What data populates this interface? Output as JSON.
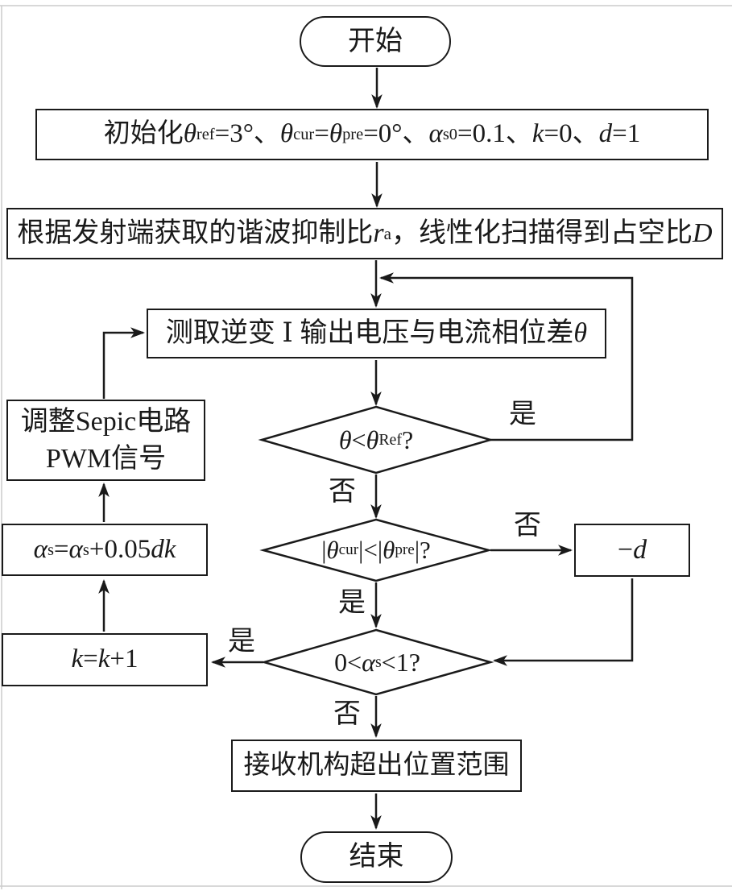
{
  "figure": {
    "background": "#ffffff",
    "line_color": "#1a1a1a",
    "edge_tint": "#cccccc"
  },
  "nodes": {
    "start": {
      "label": "开始"
    },
    "init": {
      "parts": [
        [
          "n",
          "初始化"
        ],
        [
          "i",
          "θ"
        ],
        [
          "sub",
          "ref"
        ],
        [
          "n",
          "=3°、"
        ],
        [
          "i",
          "θ"
        ],
        [
          "sub",
          "cur"
        ],
        [
          "n",
          "="
        ],
        [
          "i",
          "θ"
        ],
        [
          "sub",
          "pre"
        ],
        [
          "n",
          "=0°、"
        ],
        [
          "i",
          "α"
        ],
        [
          "sub",
          "s0"
        ],
        [
          "n",
          "=0.1、"
        ],
        [
          "i",
          "k"
        ],
        [
          "n",
          "=0、"
        ],
        [
          "i",
          "d"
        ],
        [
          "n",
          "=1"
        ]
      ]
    },
    "scan": {
      "parts": [
        [
          "n",
          "根据发射端获取的谐波抑制比"
        ],
        [
          "i",
          "r"
        ],
        [
          "sub",
          "a"
        ],
        [
          "n",
          "，线性化扫描得到占空比"
        ],
        [
          "i",
          "D"
        ]
      ]
    },
    "measure": {
      "parts": [
        [
          "n",
          "测取逆变 Ⅰ 输出电压与电流相位差"
        ],
        [
          "i",
          "θ"
        ]
      ]
    },
    "cond_theta": {
      "parts": [
        [
          "i",
          "θ"
        ],
        [
          "n",
          "<"
        ],
        [
          "i",
          "θ"
        ],
        [
          "sub",
          "Ref"
        ],
        [
          "n",
          " ?"
        ]
      ]
    },
    "adjust_pwm": {
      "line1": "调整Sepic电路",
      "line2": "PWM信号"
    },
    "cond_cur_pre": {
      "parts": [
        [
          "n",
          "|"
        ],
        [
          "i",
          "θ"
        ],
        [
          "sub",
          "cur"
        ],
        [
          "n",
          "|<|"
        ],
        [
          "i",
          "θ"
        ],
        [
          "sub",
          "pre"
        ],
        [
          "n",
          "|?"
        ]
      ]
    },
    "neg_d": {
      "parts": [
        [
          "n",
          "−"
        ],
        [
          "i",
          "d"
        ]
      ]
    },
    "alpha_update": {
      "parts": [
        [
          "i",
          "α"
        ],
        [
          "sub",
          "s"
        ],
        [
          "n",
          "="
        ],
        [
          "i",
          "α"
        ],
        [
          "sub",
          "s"
        ],
        [
          "n",
          "+0.05"
        ],
        [
          "i",
          "dk"
        ]
      ]
    },
    "k_update": {
      "parts": [
        [
          "i",
          "k"
        ],
        [
          "n",
          "="
        ],
        [
          "i",
          "k"
        ],
        [
          "n",
          "+1"
        ]
      ]
    },
    "cond_alpha": {
      "parts": [
        [
          "n",
          "0<"
        ],
        [
          "i",
          "α"
        ],
        [
          "sub",
          "s"
        ],
        [
          "n",
          "<1?"
        ]
      ]
    },
    "out_of_range": {
      "label": "接收机构超出位置范围"
    },
    "end": {
      "label": "结束"
    }
  },
  "edge_labels": {
    "d1_yes": "是",
    "d1_no": "否",
    "d2_no": "否",
    "d2_yes": "是",
    "d3_yes": "是",
    "d3_no": "否"
  }
}
